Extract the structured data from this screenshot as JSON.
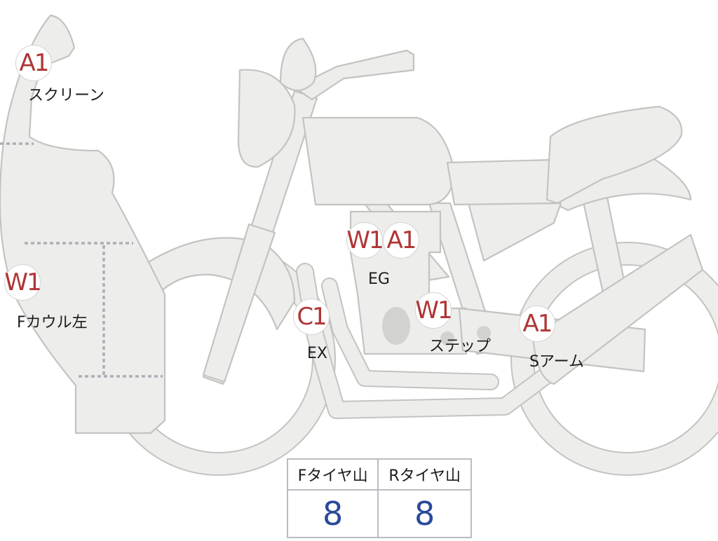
{
  "markers": [
    {
      "id": "screen",
      "grade": "A1",
      "label": "スクリーン"
    },
    {
      "id": "f-cowl-left",
      "grade": "W1",
      "label": "Fカウル左"
    },
    {
      "id": "engine-w",
      "grade": "W1",
      "label": ""
    },
    {
      "id": "engine-a",
      "grade": "A1",
      "label": "EG"
    },
    {
      "id": "exhaust",
      "grade": "C1",
      "label": "EX"
    },
    {
      "id": "step",
      "grade": "W1",
      "label": "ステップ"
    },
    {
      "id": "swing-arm",
      "grade": "A1",
      "label": "Sアーム"
    }
  ],
  "tire_table": {
    "front_header": "Fタイヤ山",
    "rear_header": "Rタイヤ山",
    "front_value": "8",
    "rear_value": "8"
  }
}
